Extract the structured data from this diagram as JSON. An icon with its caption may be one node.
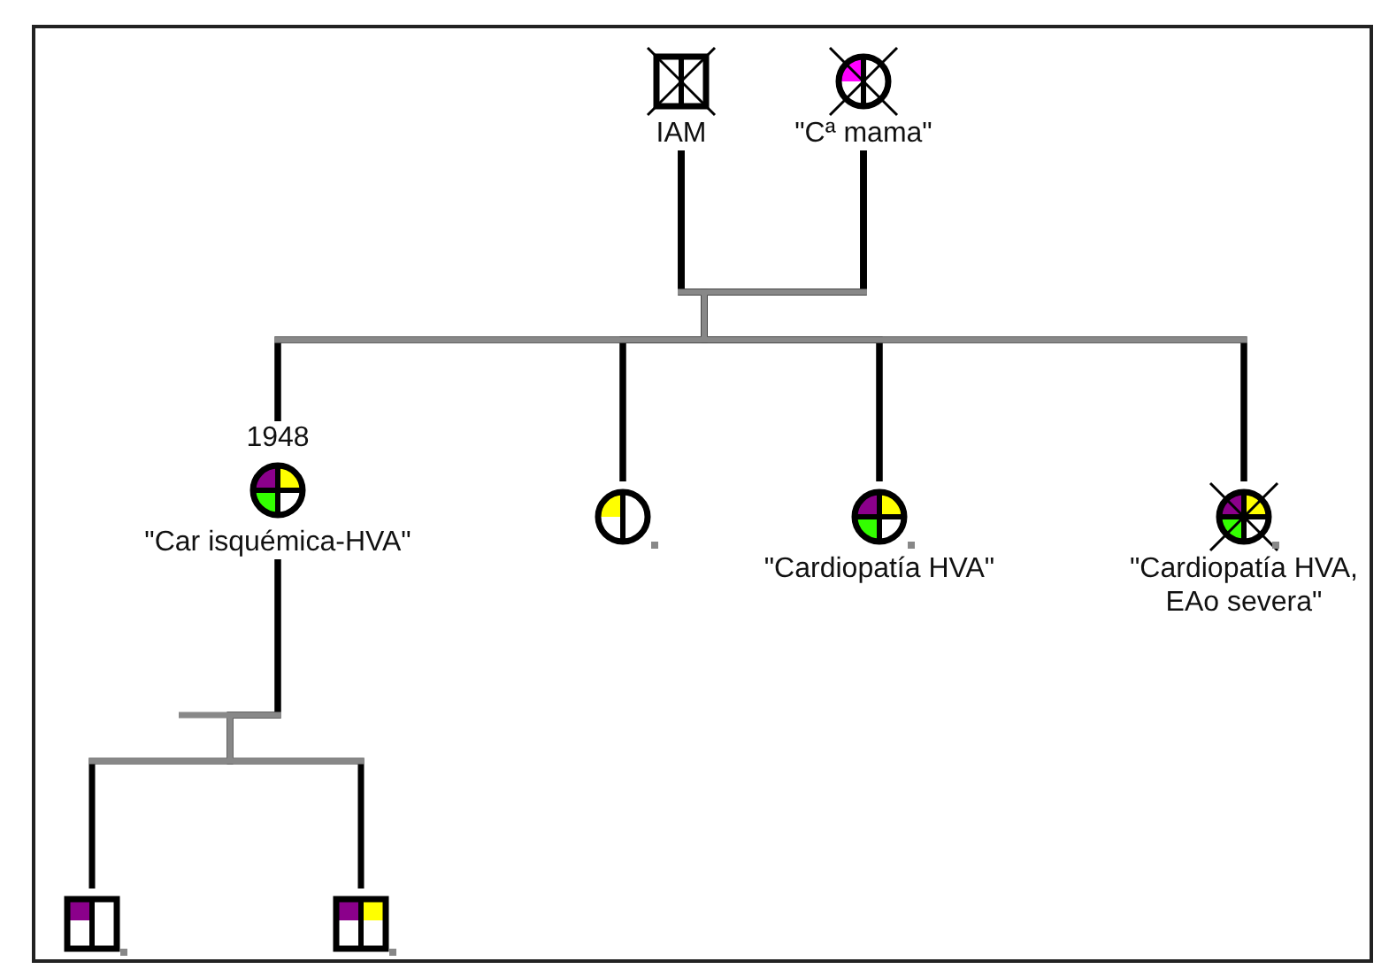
{
  "diagram": {
    "nodes": [
      {
        "text": [
          "IAM"
        ]
      },
      {
        "text": [
          "\"Cª mama\""
        ]
      },
      {
        "text": [
          "\"Car isquémica-HVA\""
        ],
        "beside": [
          "1948"
        ]
      },
      {
        "text": [],
        "shape": "circle"
      },
      {
        "text": [
          "\"Cardiopatía HVA\""
        ]
      },
      {
        "text": [
          "\"Cardiopatía HVA, EAo severa\""
        ]
      },
      {
        "text": [],
        "shape": "box"
      },
      {
        "text": [],
        "shape": "box"
      }
    ],
    "edges": [
      {
        "from": 0,
        "to": 1,
        "arrow": "none"
      },
      {
        "from": 0,
        "to": 2,
        "arrow": "none"
      },
      {
        "from": 0,
        "to": 3,
        "arrow": "none"
      },
      {
        "from": 0,
        "to": 4,
        "arrow": "none"
      },
      {
        "from": 0,
        "to": 5,
        "arrow": "none"
      },
      {
        "from": 1,
        "to": 2,
        "arrow": "none"
      },
      {
        "from": 1,
        "to": 3,
        "arrow": "none"
      },
      {
        "from": 1,
        "to": 4,
        "arrow": "none"
      },
      {
        "from": 1,
        "to": 5,
        "arrow": "none"
      },
      {
        "from": 2,
        "to": 6,
        "arrow": "none"
      },
      {
        "from": 2,
        "to": 7,
        "arrow": "none"
      }
    ]
  }
}
